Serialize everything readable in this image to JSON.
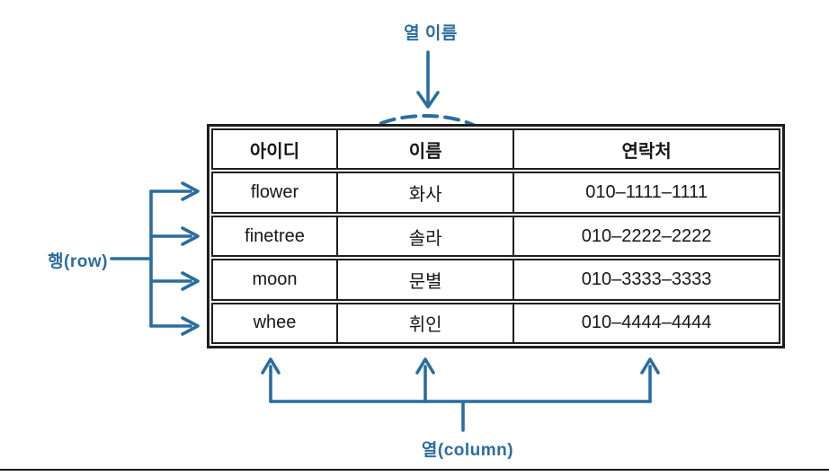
{
  "colors": {
    "accent": "#2b6d9e",
    "border": "#1e1e1e",
    "text": "#161616",
    "bg": "#ffffff"
  },
  "annotations": {
    "column_name_label": "열 이름",
    "row_label": "행(row)",
    "column_label": "열(column)"
  },
  "table": {
    "headers": [
      "아이디",
      "이름",
      "연락처"
    ],
    "rows": [
      {
        "id": "flower",
        "name": "화사",
        "phone": "010–1111–1111"
      },
      {
        "id": "finetree",
        "name": "솔라",
        "phone": "010–2222–2222"
      },
      {
        "id": "moon",
        "name": "문별",
        "phone": "010–3333–3333"
      },
      {
        "id": "whee",
        "name": "휘인",
        "phone": "010–4444–4444"
      }
    ]
  }
}
